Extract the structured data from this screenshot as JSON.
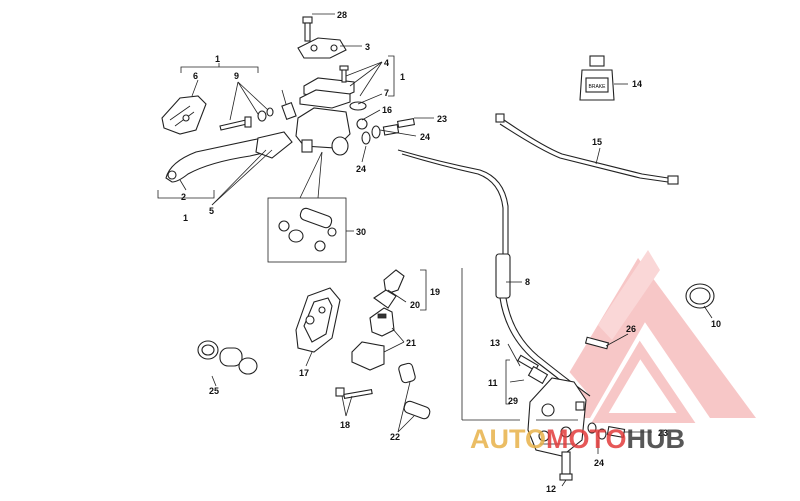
{
  "callouts": {
    "c1a": "1",
    "c1b": "1",
    "c1c": "1",
    "c2": "2",
    "c3": "3",
    "c4": "4",
    "c5": "5",
    "c6": "6",
    "c7": "7",
    "c8": "8",
    "c9": "9",
    "c10": "10",
    "c11": "11",
    "c12": "12",
    "c13": "13",
    "c14": "14",
    "c15": "15",
    "c16": "16",
    "c17": "17",
    "c18": "18",
    "c19": "19",
    "c20": "20",
    "c21": "21",
    "c22": "22",
    "c23a": "23",
    "c23b": "23",
    "c24a": "24",
    "c24b": "24",
    "c24c": "24",
    "c25": "25",
    "c26": "26",
    "c28": "28",
    "c29": "29",
    "c30": "30"
  },
  "watermark": {
    "part1": "AUTO",
    "part2": "MOTO",
    "part3": "HUB",
    "colors": {
      "red": "#e23b3b",
      "gold": "#e8b24a",
      "dark": "#3a3a3a"
    }
  },
  "bottle_label": "BRAKE"
}
